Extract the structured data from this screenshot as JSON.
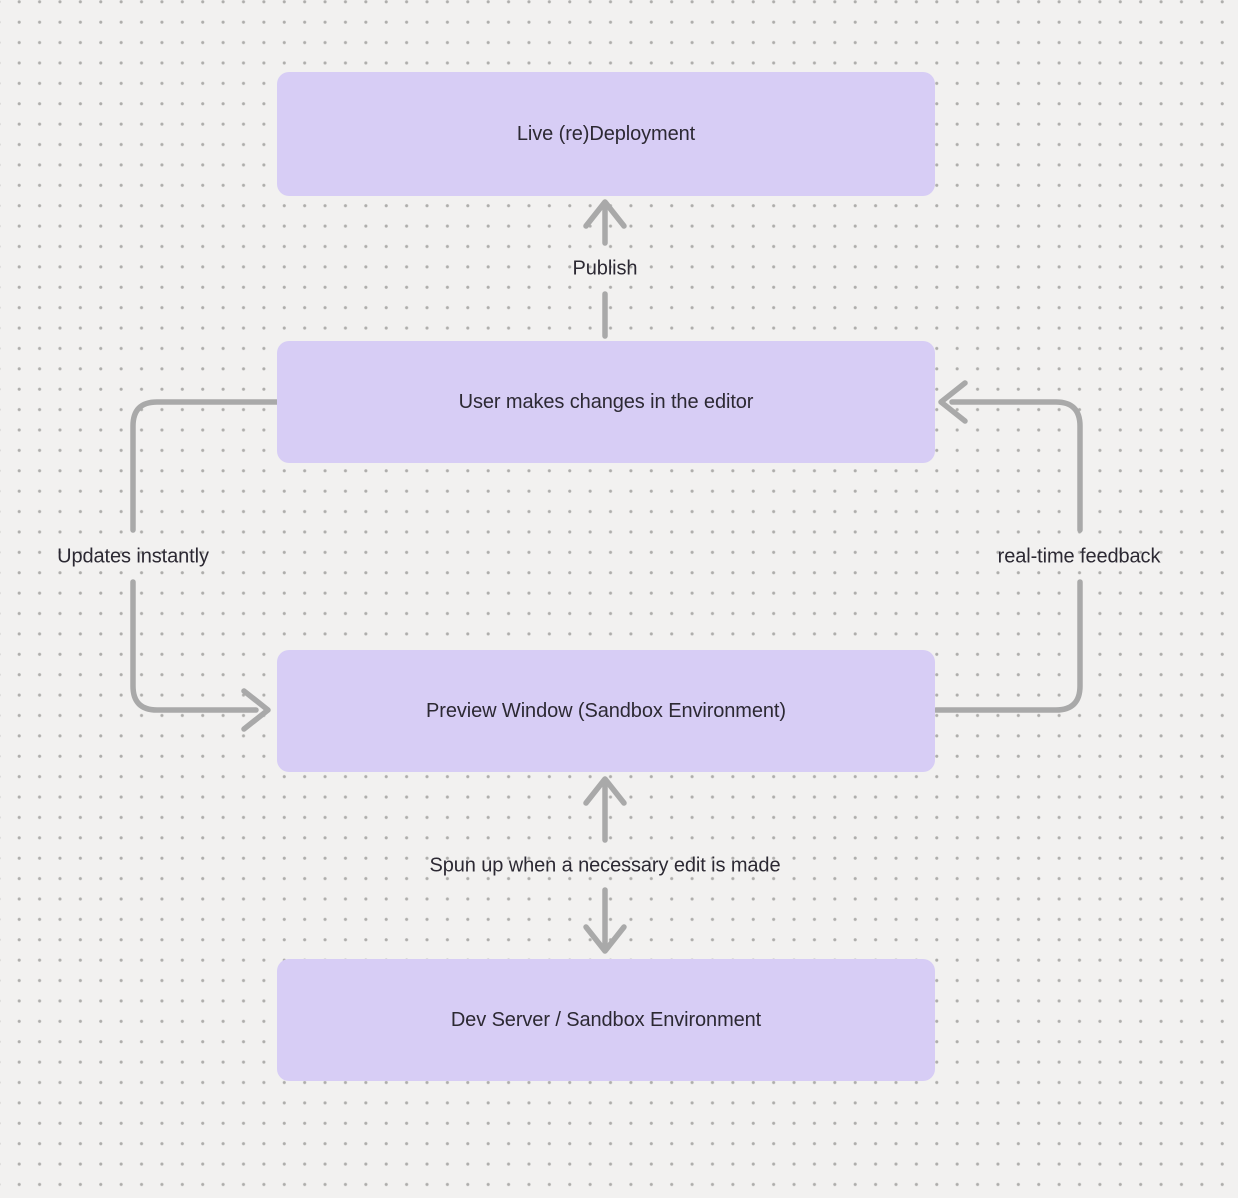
{
  "canvas": {
    "background_color": "#f2f1f0",
    "dot_grid_color": "#aeadab",
    "node_fill_color": "#d7cdf5",
    "text_color": "#2c2933",
    "arrow_color": "#a9a9a9"
  },
  "nodes": [
    {
      "id": "live-redeployment",
      "label": "Live (re)Deployment"
    },
    {
      "id": "user-changes",
      "label": "User makes changes in the editor"
    },
    {
      "id": "preview-window",
      "label": "Preview Window (Sandbox Environment)"
    },
    {
      "id": "dev-server",
      "label": "Dev Server / Sandbox Environment"
    }
  ],
  "edges": [
    {
      "id": "publish",
      "label": "Publish",
      "from": "user-changes",
      "to": "live-redeployment",
      "bidirectional": false
    },
    {
      "id": "updates-instantly",
      "label": "Updates instantly",
      "from": "user-changes",
      "to": "preview-window",
      "bidirectional": false
    },
    {
      "id": "real-time-feedback",
      "label": "real-time feedback",
      "from": "preview-window",
      "to": "user-changes",
      "bidirectional": false
    },
    {
      "id": "spun-up",
      "label": "Spun up when a necessary edit is made",
      "from": "preview-window",
      "to": "dev-server",
      "bidirectional": true
    }
  ]
}
